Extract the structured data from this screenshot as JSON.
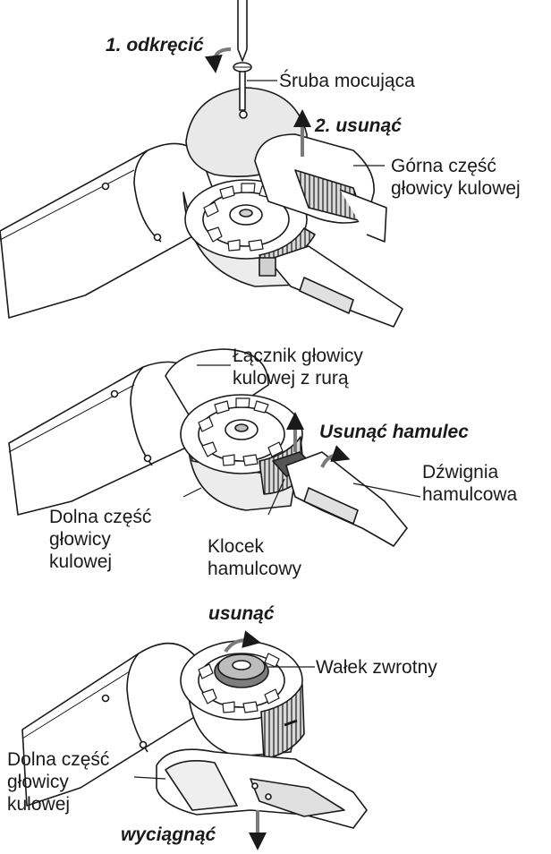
{
  "panel1": {
    "step1": "1. odkręcić",
    "screw": "Śruba mocująca",
    "step2": "2. usunąć",
    "upper_ball_head": "Górna część\ngłowicy kulowej"
  },
  "panel2": {
    "connector": "Łącznik głowicy\nkulowej z rurą",
    "remove_brake": "Usunąć hamulec",
    "brake_lever": "Dźwignia\nhamulcowa",
    "lower_ball_head": "Dolna część\ngłowicy\nkulowej",
    "brake_block": "Klocek\nhamulcowy"
  },
  "panel3": {
    "remove": "usunąć",
    "return_roller": "Wałek zwrotny",
    "lower_ball_head": "Dolna część\ngłowicy\nkulowej",
    "pull_out": "wyciągnąć"
  },
  "colors": {
    "line": "#1a1a1a",
    "shade_light": "#e6e6e6",
    "shade_mid": "#c8c8c8",
    "shade_dark": "#9a9a9a",
    "arrow_fill": "#7a7a7a"
  }
}
